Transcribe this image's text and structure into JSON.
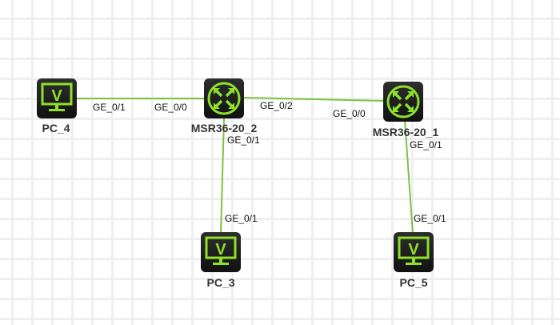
{
  "colors": {
    "link": "#7dc242",
    "icon": "#8de02a",
    "label": "#333333"
  },
  "devices": [
    {
      "id": "pc4",
      "name": "PC_4",
      "type": "pc",
      "icon": "pc-monitor-icon"
    },
    {
      "id": "r2",
      "name": "MSR36-20_2",
      "type": "router",
      "icon": "router-icon"
    },
    {
      "id": "r1",
      "name": "MSR36-20_1",
      "type": "router",
      "icon": "router-icon"
    },
    {
      "id": "pc3",
      "name": "PC_3",
      "type": "pc",
      "icon": "pc-monitor-icon"
    },
    {
      "id": "pc5",
      "name": "PC_5",
      "type": "pc",
      "icon": "pc-monitor-icon"
    }
  ],
  "links": [
    {
      "from": "pc4",
      "from_port": "GE_0/1",
      "to": "r2",
      "to_port": "GE_0/0"
    },
    {
      "from": "r2",
      "from_port": "GE_0/2",
      "to": "r1",
      "to_port": "GE_0/0"
    },
    {
      "from": "r2",
      "from_port": "GE_0/1",
      "to": "pc3",
      "to_port": "GE_0/1"
    },
    {
      "from": "r1",
      "from_port": "GE_0/1",
      "to": "pc5",
      "to_port": "GE_0/1"
    }
  ]
}
